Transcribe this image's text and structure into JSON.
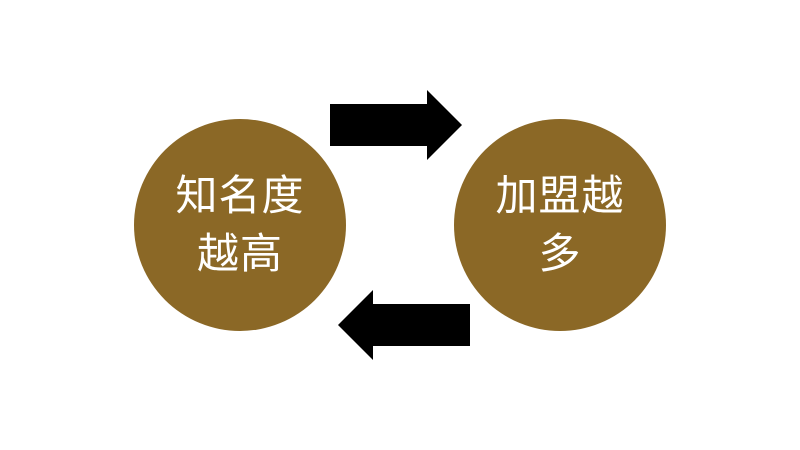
{
  "colors": {
    "circle_fill": "#8b6826",
    "circle_text": "#ffffff",
    "arrow_fill": "#000000",
    "background": "#ffffff"
  },
  "nodes": [
    {
      "line1": "知名度",
      "line2": "越高"
    },
    {
      "line1": "加盟越",
      "line2": "多"
    }
  ],
  "arrows": [
    {
      "direction": "right"
    },
    {
      "direction": "left"
    }
  ]
}
